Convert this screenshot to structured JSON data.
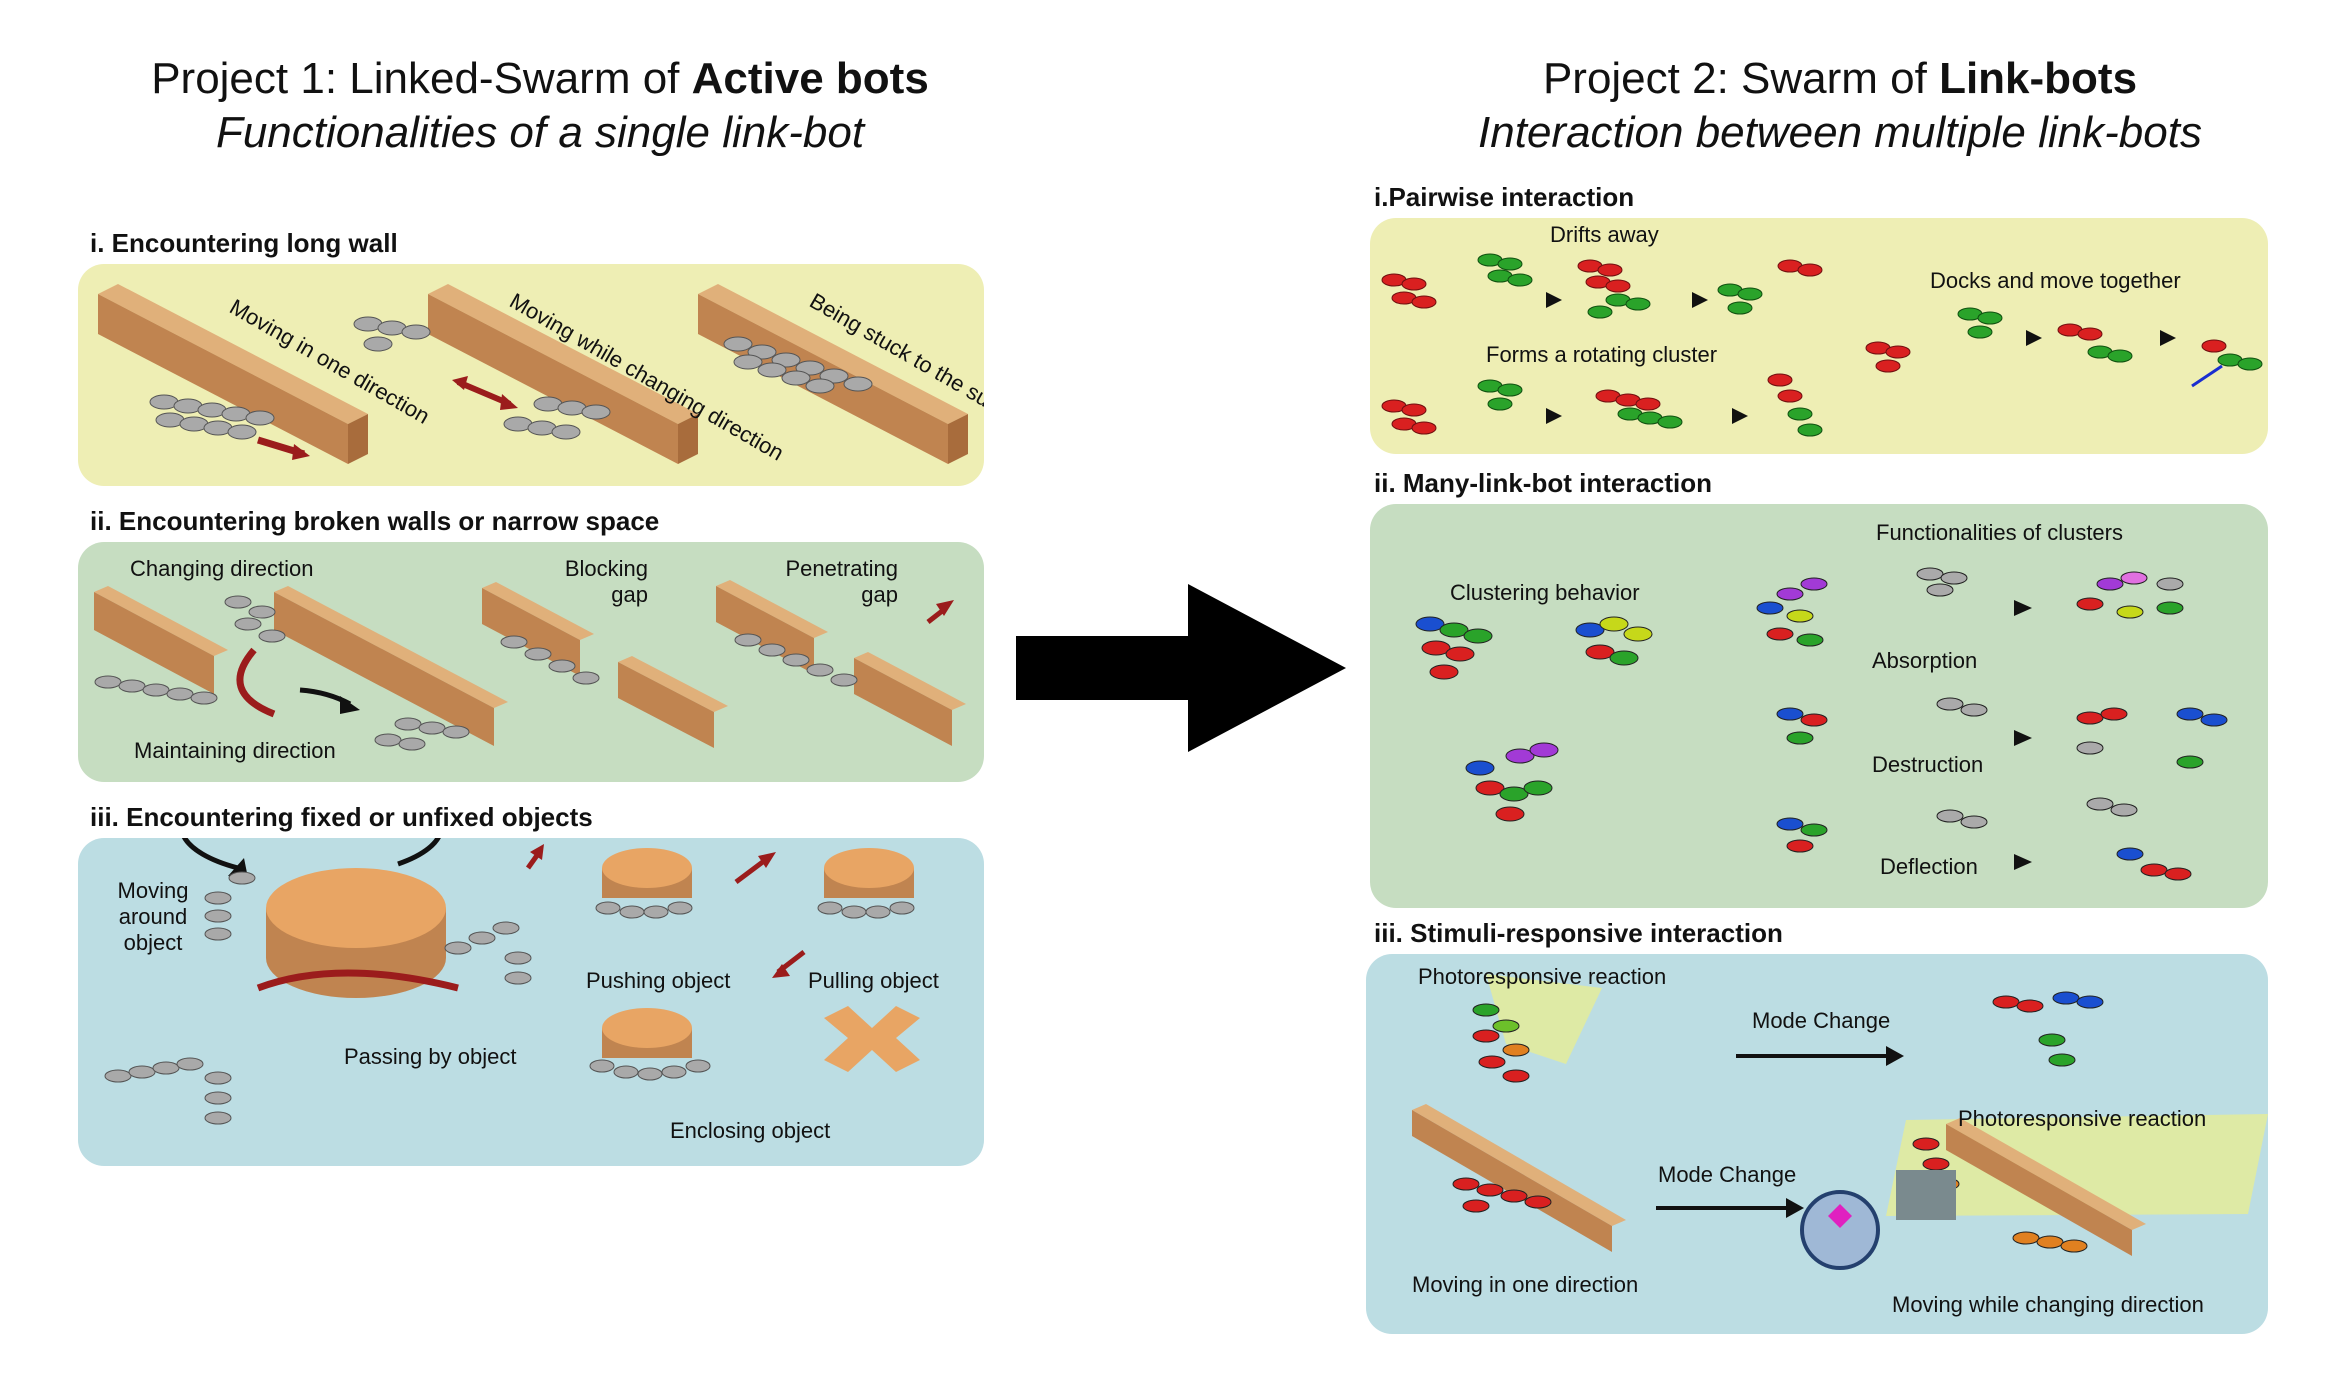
{
  "left": {
    "title_prefix": "Project 1: Linked-Swarm of ",
    "title_bold": "Active bots",
    "subtitle": "Functionalities of a single link-bot",
    "sections": [
      {
        "heading": "i. Encountering long wall",
        "labels": [
          "Moving in one direction",
          "Moving while changing direction",
          "Being stuck to the surface"
        ]
      },
      {
        "heading": "ii. Encountering broken walls or narrow space",
        "labels": [
          "Changing direction",
          "Blocking gap",
          "Penetrating gap",
          "Maintaining direction"
        ]
      },
      {
        "heading": "iii. Encountering fixed or unfixed objects",
        "labels": [
          "Moving around object",
          "Passing by object",
          "Pushing object",
          "Pulling object",
          "Enclosing object"
        ]
      }
    ]
  },
  "right": {
    "title_prefix": "Project 2: Swarm of ",
    "title_bold": "Link-bots",
    "subtitle": "Interaction between multiple link-bots",
    "sections": [
      {
        "heading": "i.Pairwise interaction",
        "labels": [
          "Drifts away",
          "Docks and move together",
          "Forms a rotating cluster"
        ]
      },
      {
        "heading": "ii. Many-link-bot interaction",
        "labels": [
          "Clustering behavior",
          "Functionalities of clusters",
          "Absorption",
          "Destruction",
          "Deflection"
        ]
      },
      {
        "heading": "iii. Stimuli-responsive interaction",
        "labels": [
          "Photoresponsive reaction",
          "Mode Change",
          "Photoresponsive reaction",
          "Mode Change",
          "Moving in one direction",
          "Moving while changing direction"
        ]
      }
    ]
  },
  "colors": {
    "panel_yellow": "#eeeeb4",
    "panel_green": "#c6ddc1",
    "panel_blue": "#bcdde3",
    "wall": "#c8915a",
    "bot_gray": "#a9a9a9",
    "arrow_red": "#9b1c1c"
  }
}
